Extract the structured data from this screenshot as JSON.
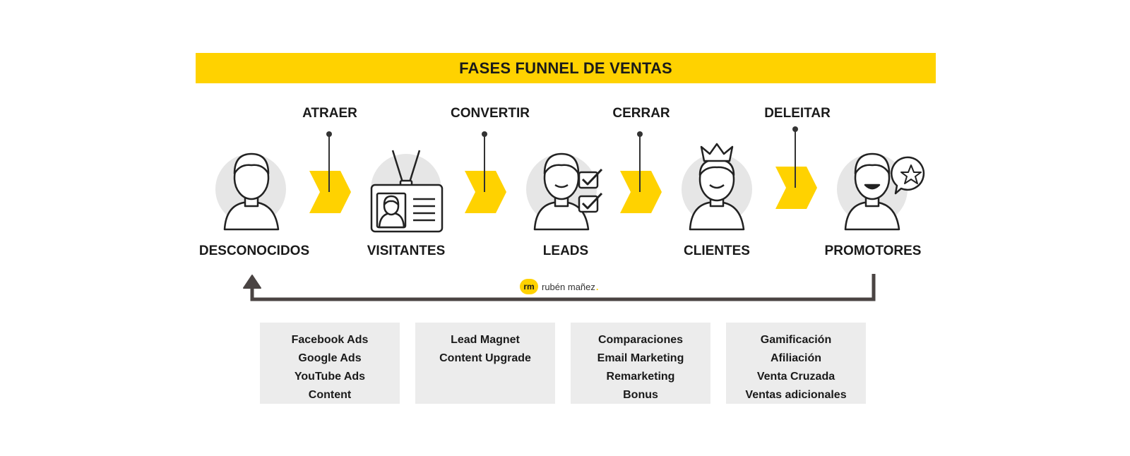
{
  "title": "FASES FUNNEL DE VENTAS",
  "actions": [
    "ATRAER",
    "CONVERTIR",
    "CERRAR",
    "DELEITAR"
  ],
  "stages": [
    "DESCONOCIDOS",
    "VISITANTES",
    "LEADS",
    "CLIENTES",
    "PROMOTORES"
  ],
  "brand": {
    "badge": "rm",
    "name": "rubén mañez",
    "dot": "."
  },
  "boxes": [
    [
      "Facebook Ads",
      "Google Ads",
      "YouTube Ads",
      "Content"
    ],
    [
      "Lead Magnet",
      "Content Upgrade"
    ],
    [
      "Comparaciones",
      "Email Marketing",
      "Remarketing",
      "Bonus"
    ],
    [
      "Gamificación",
      "Afiliación",
      "Venta Cruzada",
      "Ventas adicionales"
    ]
  ],
  "colors": {
    "accent": "#ffd200",
    "ink": "#1a1a1a",
    "circle": "#e6e6e6",
    "box": "#ececec"
  },
  "icons": [
    "person-icon",
    "badge-icon",
    "checklist-person-icon",
    "crowned-person-icon",
    "star-bubble-person-icon",
    "chevron-arrow-icon",
    "return-arrow-icon"
  ]
}
